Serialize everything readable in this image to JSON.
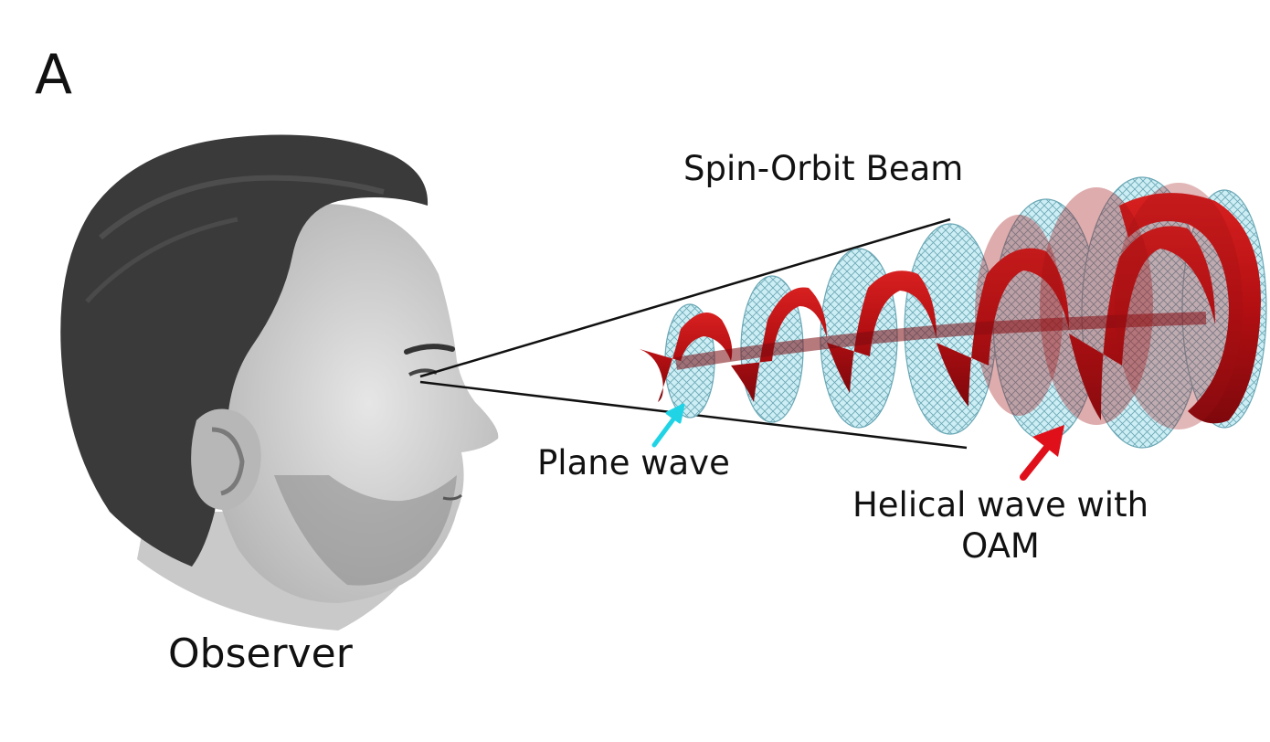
{
  "panel_letter": "A",
  "beam_title": "Spin-Orbit Beam",
  "plane_wave_label": "Plane wave",
  "helical_wave_label": "Helical wave with OAM",
  "observer_label": "Observer",
  "colors": {
    "helix_red": "#c81414",
    "helix_dark": "#7a0b10",
    "plane_disc_fill": "#cdeef4",
    "plane_disc_hatch": "#6aa7b5",
    "plane_wave_arrow": "#20d4e6",
    "helical_wave_arrow": "#e0101a",
    "view_lines": "#111111",
    "face_gray": "#cfcfcf",
    "hair_gray": "#3a3a3a"
  },
  "icons": [
    "observer-head-icon",
    "helical-beam-icon",
    "plane-wave-arrow-icon",
    "helical-wave-arrow-icon"
  ]
}
